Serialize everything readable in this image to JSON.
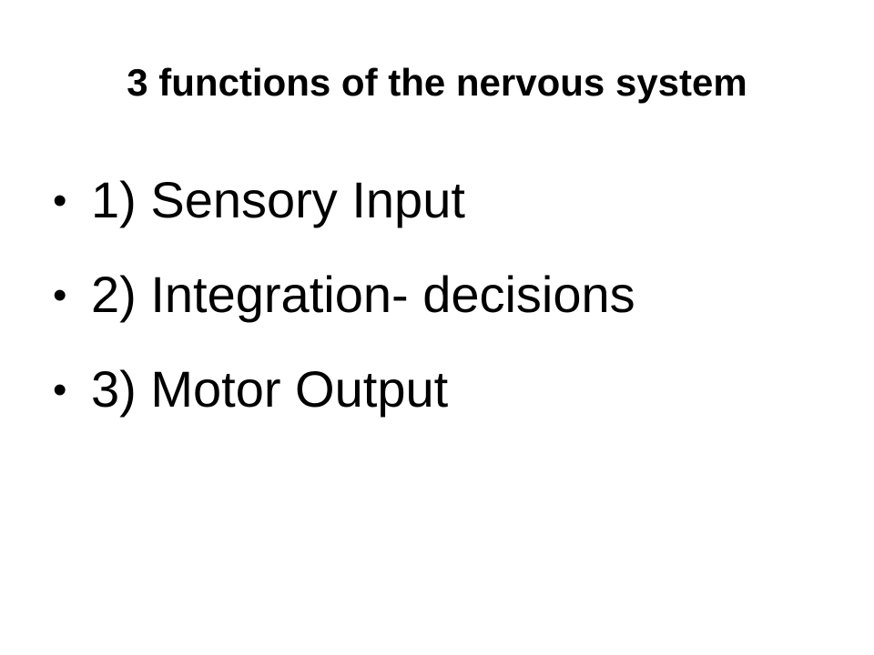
{
  "slide": {
    "title": "3 functions of the nervous system",
    "bullet_glyph": "•",
    "items": [
      {
        "label": "1) Sensory Input"
      },
      {
        "label": "2) Integration- decisions"
      },
      {
        "label": "3) Motor Output"
      }
    ]
  },
  "colors": {
    "background": "#ffffff",
    "text": "#000000"
  }
}
